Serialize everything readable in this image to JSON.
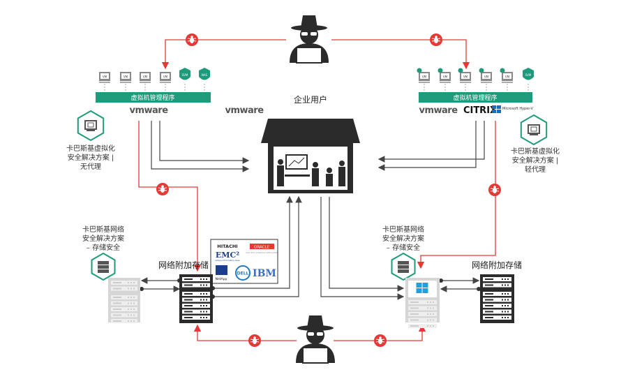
{
  "colors": {
    "green": "#1d9b7b",
    "red": "#e53935",
    "line": "#444444",
    "dark": "#2b2b2b",
    "gray": "#d6d6d6"
  },
  "top_left": {
    "vm_labels": [
      "VM",
      "VM",
      "VM",
      "VM"
    ],
    "shield_labels": [
      "SVM",
      "NAS"
    ],
    "hypervisor": "虚拟机管理程序",
    "brand": "vmware"
  },
  "center_brand": "vmware",
  "top_right": {
    "vm_labels": [
      "VM",
      "VM",
      "VM",
      "VM",
      "VM"
    ],
    "shield_labels": [
      "SVM"
    ],
    "hypervisor": "虚拟机管理程序",
    "brands": {
      "vmware": "vmware",
      "citrix": "CITRIX",
      "microsoft": "Microsoft Hyper-V"
    }
  },
  "enterprise_user": "企业用户",
  "left_solution": [
    "卡巴斯基虚拟化",
    "安全解决方案 |",
    "无代理"
  ],
  "right_solution": [
    "卡巴斯基虚拟化",
    "安全解决方案 |",
    "轻代理"
  ],
  "left_storage_solution": [
    "卡巴斯基网络",
    "安全解决方案",
    "– 存储安全"
  ],
  "right_storage_solution": [
    "卡巴斯基网络",
    "安全解决方案",
    "– 存储安全"
  ],
  "nas_label_left": "网络附加存储",
  "nas_label_right": "网络附加存储",
  "vendors": {
    "hitachi": "HITACHI",
    "oracle": "ORACLE",
    "oracle_sub": "SUN ZFS STORAGE APPLIANCE",
    "emc": "EMC²",
    "emc_sub": "where information lives",
    "netapp": "NetApp",
    "dell": "DELL",
    "ibm": "IBM"
  },
  "icons": [
    "hacker-icon",
    "bug-icon",
    "vm-icon",
    "shield-icon",
    "monitor-hex-icon",
    "server-hex-icon",
    "server-icon",
    "windows-icon",
    "office-icon"
  ]
}
